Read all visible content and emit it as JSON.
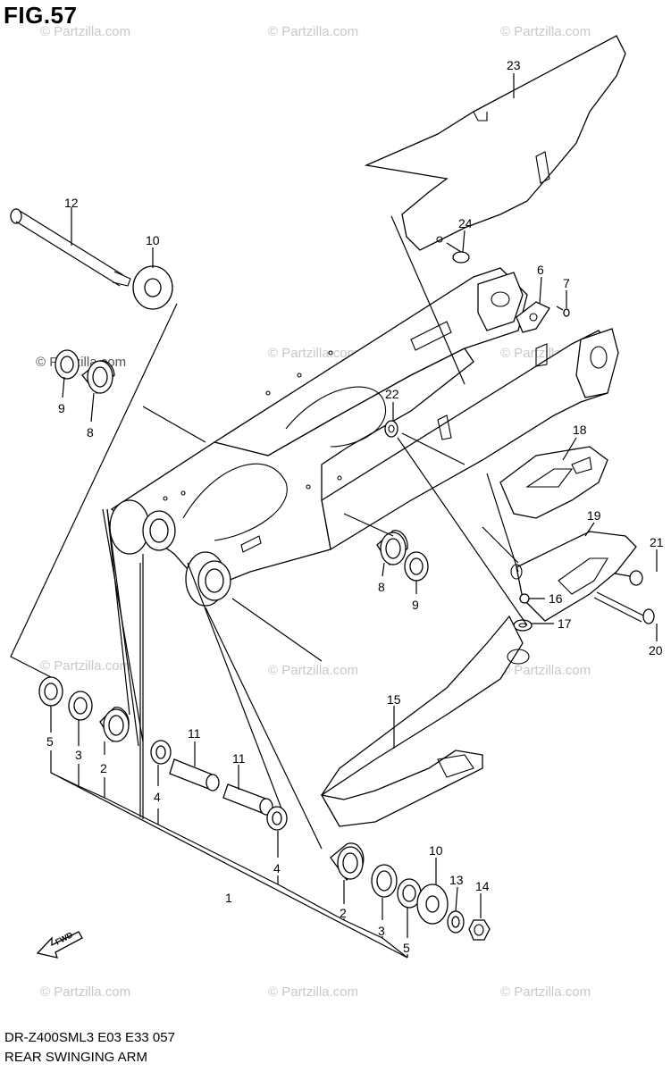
{
  "title": "FIG.57",
  "footer": {
    "code": "DR-Z400SML3  E03  E33  057",
    "caption": "REAR SWINGING ARM"
  },
  "watermark": "© Partzilla.com",
  "fwd_label": "FWD",
  "callouts": {
    "c23": "23",
    "c12": "12",
    "c10a": "10",
    "c24": "24",
    "c6": "6",
    "c7": "7",
    "c9a": "9",
    "c8a": "8",
    "c22": "22",
    "c18": "18",
    "c19": "19",
    "c21": "21",
    "c8b": "8",
    "c9b": "9",
    "c16": "16",
    "c17": "17",
    "c20": "20",
    "c15": "15",
    "c5a": "5",
    "c3a": "3",
    "c2a": "2",
    "c4a": "4",
    "c11a": "11",
    "c11b": "11",
    "c4b": "4",
    "c1": "1",
    "c10b": "10",
    "c13": "13",
    "c14": "14",
    "c2b": "2",
    "c3b": "3",
    "c5b": "5"
  }
}
